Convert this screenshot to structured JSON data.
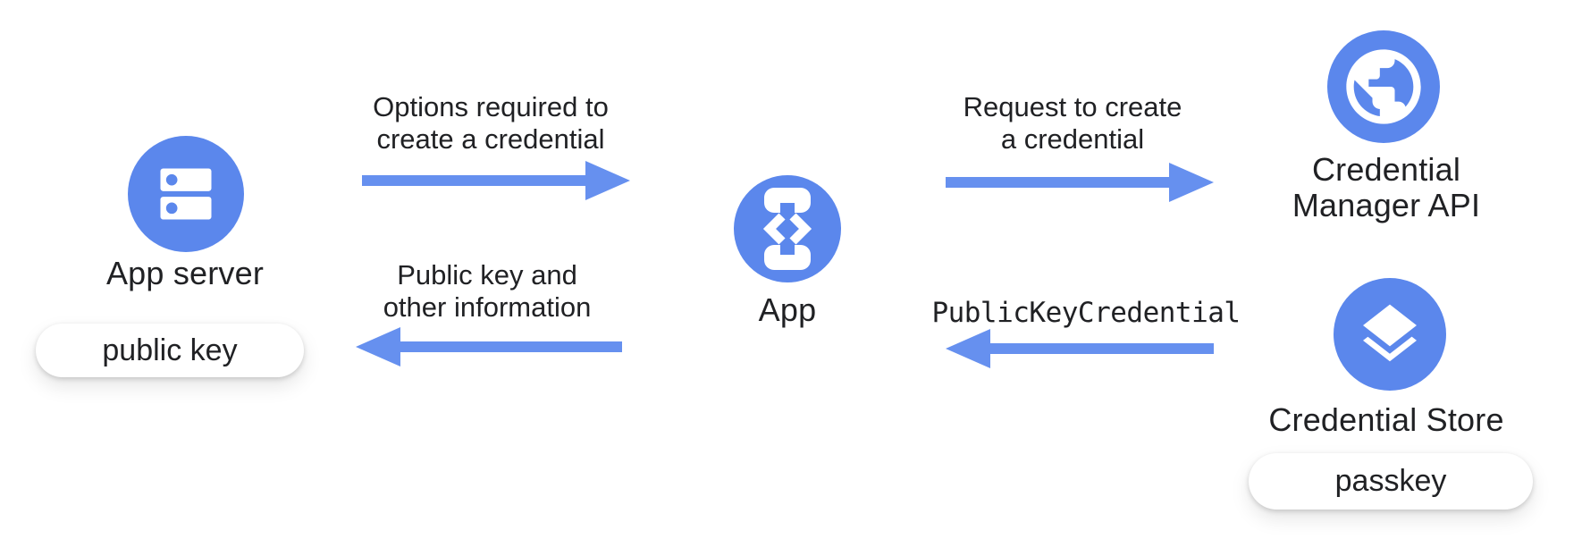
{
  "title": "Passkey creation flow diagram",
  "colors": {
    "canvas_bg": "#FFFFFF",
    "node_blue": "#5B87EC",
    "arrow_blue": "#6690EF",
    "icon_white": "#FFFFFF",
    "text": "#202124",
    "pill_bg": "#FFFFFF"
  },
  "nodes": {
    "app_server": {
      "label": "App server",
      "icon": "server-rack-icon",
      "badge": "public key"
    },
    "app": {
      "label": "App",
      "icon": "phone-code-icon"
    },
    "credential_manager_api": {
      "line1": "Credential",
      "line2": "Manager API",
      "icon": "globe-icon"
    },
    "credential_store": {
      "label": "Credential Store",
      "icon": "layers-icon",
      "badge": "passkey"
    }
  },
  "flows": {
    "options": {
      "line1": "Options required to",
      "line2": "create a credential",
      "direction": "right"
    },
    "request": {
      "line1": "Request to create",
      "line2": "a credential",
      "direction": "right"
    },
    "public_key_credential": {
      "label": "PublicKeyCredential",
      "direction": "left"
    },
    "public_key_info": {
      "line1": "Public key and",
      "line2": "other information",
      "direction": "left"
    }
  }
}
